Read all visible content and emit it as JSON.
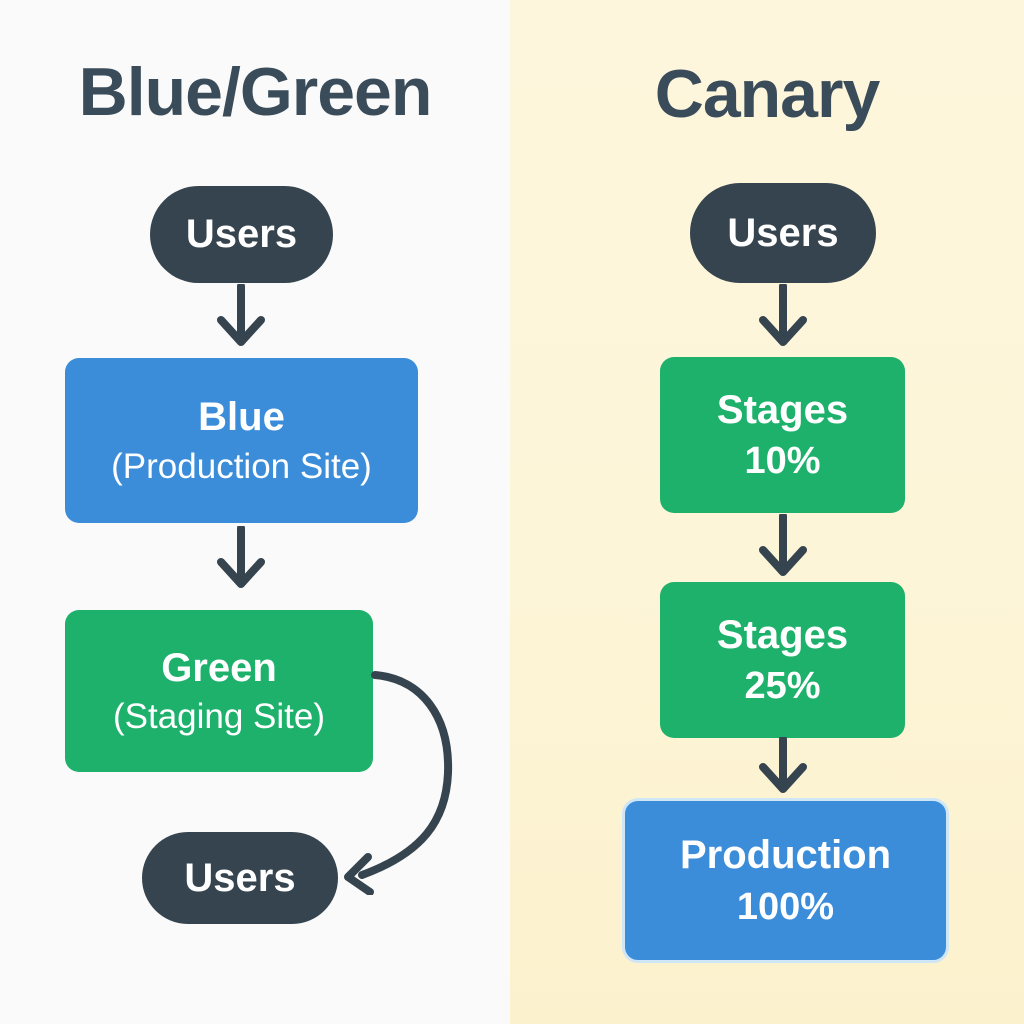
{
  "left_panel": {
    "title": "Blue/Green",
    "users_top": "Users",
    "users_bottom": "Users",
    "blue_box": {
      "line1": "Blue",
      "line2": "(Production Site)"
    },
    "green_box": {
      "line1": "Green",
      "line2": "(Staging Site)"
    }
  },
  "right_panel": {
    "title": "Canary",
    "users": "Users",
    "stage_10": {
      "line1": "Stages",
      "line2": "10%"
    },
    "stage_25": {
      "line1": "Stages",
      "line2": "25%"
    },
    "production": {
      "line1": "Production",
      "line2": "100%"
    }
  },
  "colors": {
    "dark_slate": "#35444e",
    "title_text": "#3a4c5a",
    "blue": "#3b8dd9",
    "green": "#1db16c",
    "left_background": "#fafafa",
    "right_background": "#fdf5d8",
    "box_text": "#ffffff",
    "production_border": "#cfe6f7"
  },
  "icons": {
    "arrow_down": "open chevron down arrow",
    "curved_arrow": "curved arrow from Green box to bottom Users pill"
  }
}
